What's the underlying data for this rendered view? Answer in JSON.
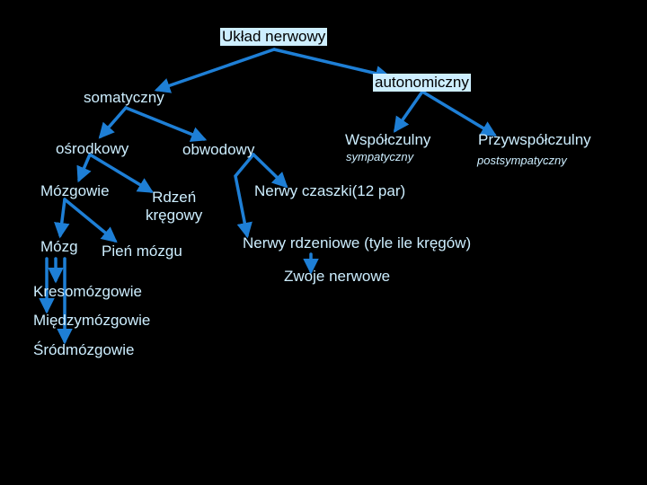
{
  "colors": {
    "background": "#000000",
    "text": "#cdeeff",
    "arrow": "#1e7fd6",
    "box": "#cdeeff"
  },
  "nodes": {
    "root": "Układ nerwowy",
    "somatic": "somatyczny",
    "autonomic": "autonomiczny",
    "central": "ośrodkowy",
    "peripheral": "obwodowy",
    "sympathetic": "Współczulny",
    "sympathetic_sub": "sympatyczny",
    "parasympathetic": "Przywspółczulny",
    "parasympathetic_sub": "postsympatyczny",
    "encephalon": "Mózgowie",
    "spinal_cord_line1": "Rdzeń",
    "spinal_cord_line2": "kręgowy",
    "cranial_nerves": "Nerwy czaszki(12 par)",
    "brain": "Mózg",
    "brainstem": "Pień mózgu",
    "spinal_nerves": "Nerwy rdzeniowe (tyle ile kręgów)",
    "ganglia": "Zwoje nerwowe",
    "telencephalon": "Kresomózgowie",
    "diencephalon": "Międzymózgowie",
    "mesencephalon": "Śródmózgowie"
  }
}
